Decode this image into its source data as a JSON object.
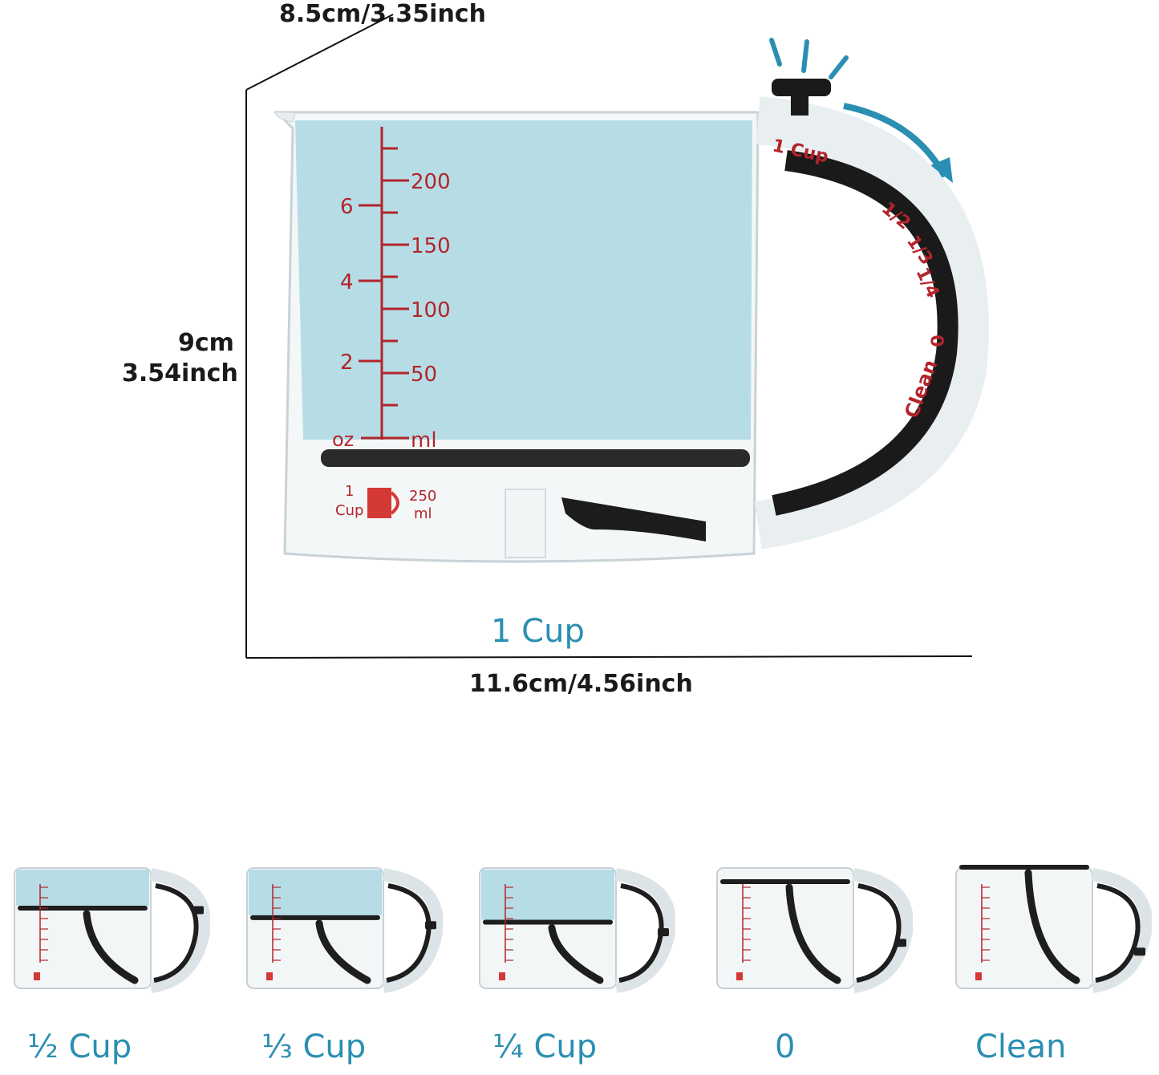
{
  "dimensions": {
    "depth": "8.5cm/3.35inch",
    "height_cm": "9cm",
    "height_in": "3.54inch",
    "width": "11.6cm/4.56inch"
  },
  "main_cup": {
    "caption": "1 Cup",
    "oz_ticks": [
      "6",
      "4",
      "2"
    ],
    "oz_unit": "oz",
    "ml_ticks": [
      "200",
      "150",
      "100",
      "50"
    ],
    "ml_unit": "ml",
    "base_left": "1",
    "base_left2": "Cup",
    "base_right": "250",
    "base_right2": "ml",
    "handle_marks": [
      "1 Cup",
      "1/2",
      "1/3",
      "1/4",
      "0",
      "Clean"
    ]
  },
  "settings": [
    {
      "caption": "½ Cup",
      "fill": 0.5
    },
    {
      "caption": "⅓ Cup",
      "fill": 0.33
    },
    {
      "caption": "¼ Cup",
      "fill": 0.25
    },
    {
      "caption": "0",
      "fill": 0
    },
    {
      "caption": "Clean",
      "fill": 0
    }
  ],
  "colors": {
    "water": "#b6dde6",
    "marking": "#b3242b",
    "accent": "#2a8fb2",
    "handle": "#1a1a1a"
  }
}
